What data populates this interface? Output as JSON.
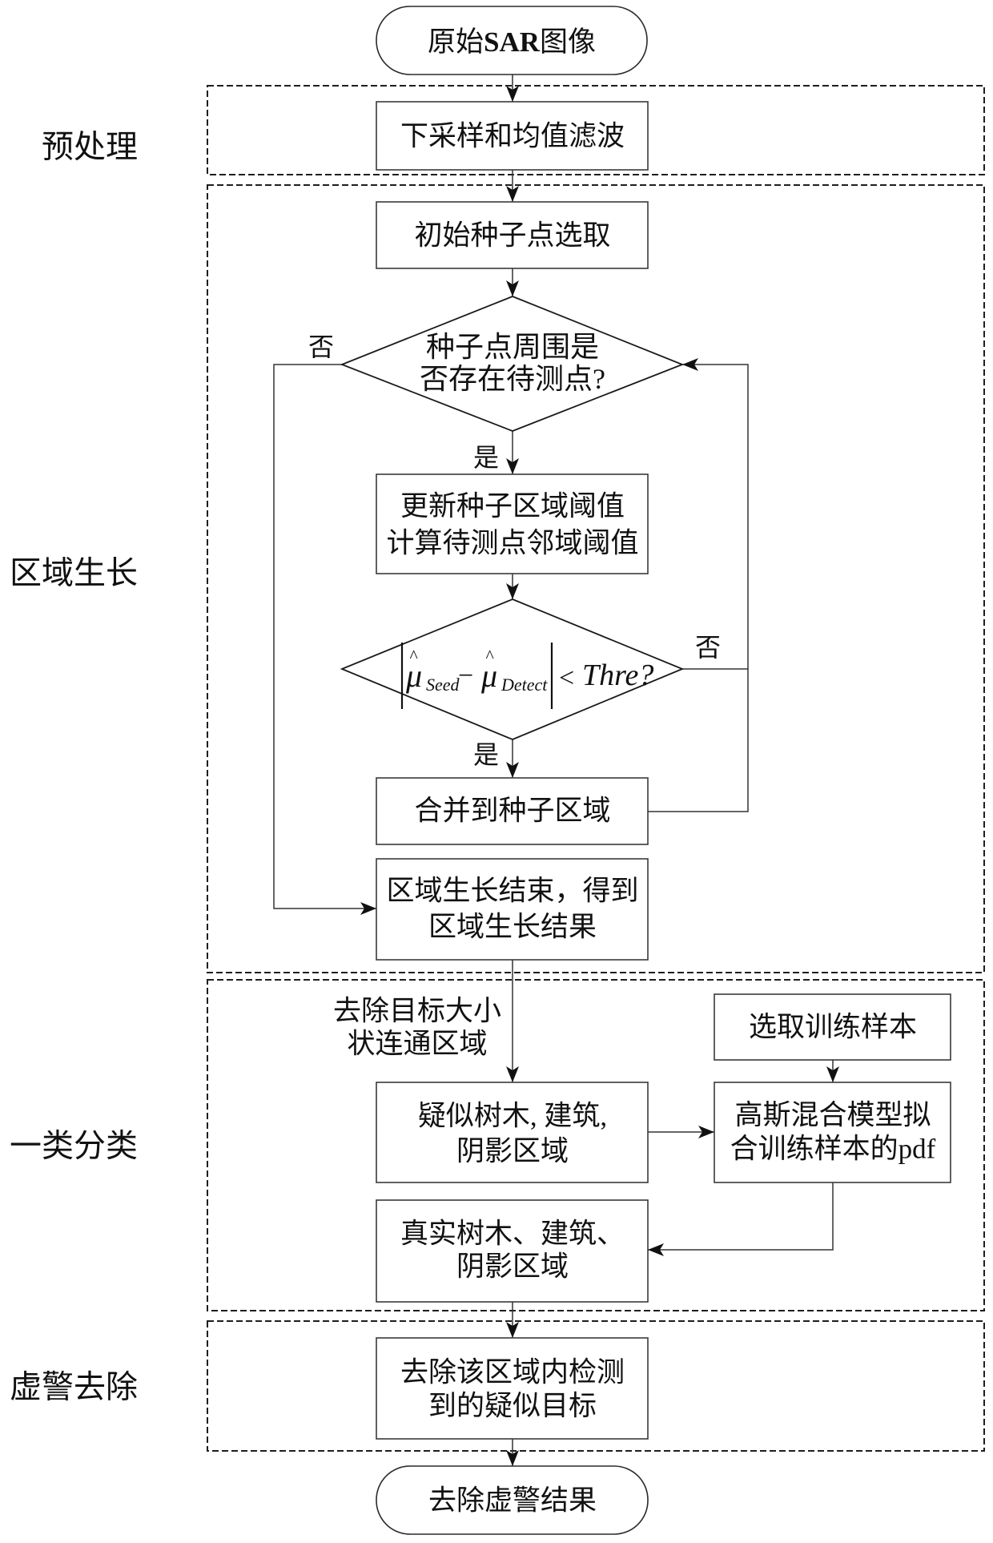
{
  "stages": {
    "preprocess": "预处理",
    "region_growing": "区域生长",
    "one_class": "一类分类",
    "false_alarm_removal": "虚警去除"
  },
  "nodes": {
    "start": {
      "prefix": "原始",
      "bold": "SAR",
      "suffix": "图像"
    },
    "downsample": "下采样和均值滤波",
    "seed_select": "初始种子点选取",
    "decision_neighbors": [
      "种子点周围是",
      "否存在待测点?"
    ],
    "update": [
      "更新种子区域阈值",
      "计算待测点邻域阈值"
    ],
    "decision_threshold": {
      "mu": "μ",
      "hat": "^",
      "seed_sub": "Seed",
      "minus": "−",
      "detect_sub": "Detect",
      "less_than": "<",
      "rhs": "Thre?"
    },
    "merge": "合并到种子区域",
    "growth_end": [
      "区域生长结束，得到",
      "区域生长结果"
    ],
    "suspect": [
      "疑似树木, 建筑,",
      "阴影区域"
    ],
    "select_training": "选取训练样本",
    "gmm_fit": [
      "高斯混合模型拟",
      "合训练样本的pdf"
    ],
    "real": [
      "真实树木、建筑、",
      "阴影区域"
    ],
    "remove": [
      "去除该区域内检测",
      "到的疑似目标"
    ],
    "end": "去除虚警结果"
  },
  "edge_labels": {
    "neighbors_no": "否",
    "neighbors_yes": "是",
    "threshold_no": "否",
    "threshold_yes": "是"
  },
  "annotations": {
    "remove_size": [
      "去除目标大小",
      "状连通区域"
    ]
  }
}
